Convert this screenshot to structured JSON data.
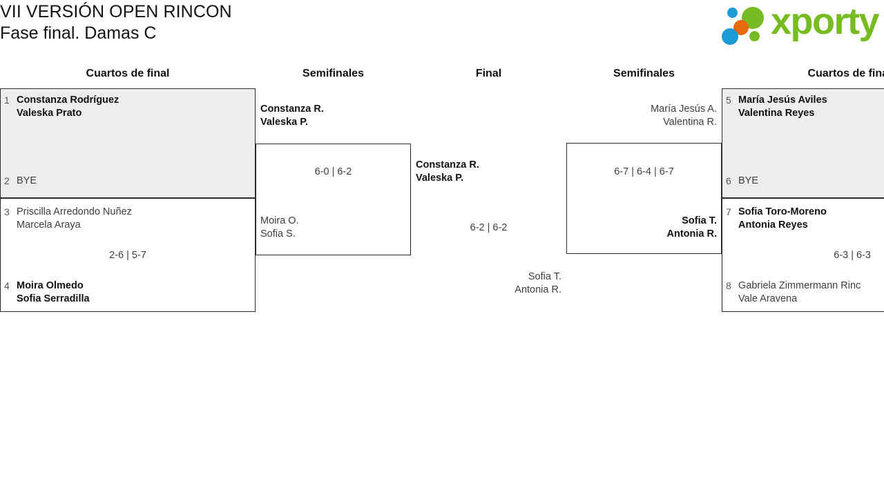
{
  "header": {
    "title_line1": "VII VERSIÓN OPEN RINCON",
    "title_line2": "Fase final. Damas C",
    "logo_text": "xporty",
    "logo_colors": {
      "green": "#76bc21",
      "orange": "#e8690b",
      "blue": "#1c9ad6"
    }
  },
  "round_headers": {
    "left_quarters": "Cuartos de final",
    "left_semis": "Semifinales",
    "final": "Final",
    "right_semis": "Semifinales",
    "right_quarters": "Cuartos de final"
  },
  "bracket": {
    "left_quarters": [
      {
        "shaded": true,
        "top_entry": {
          "seed": "1",
          "name1": "Constanza Rodríguez",
          "name2": "Valeska Prato",
          "winner": true
        },
        "bottom_entry": {
          "seed": "2",
          "name1": "BYE",
          "name2": "",
          "winner": false
        },
        "score": ""
      },
      {
        "shaded": false,
        "top_entry": {
          "seed": "3",
          "name1": "Priscilla Arredondo Nuñez",
          "name2": "Marcela Araya",
          "winner": false
        },
        "bottom_entry": {
          "seed": "4",
          "name1": "Moira Olmedo",
          "name2": "Sofia Serradilla",
          "winner": true
        },
        "score": "2-6 | 5-7"
      }
    ],
    "left_semis": [
      {
        "top_entry": {
          "name1": "Constanza R.",
          "name2": "Valeska P.",
          "winner": true
        },
        "bottom_entry": {
          "name1": "Moira O.",
          "name2": "Sofia S.",
          "winner": false
        },
        "score": "6-0 | 6-2"
      }
    ],
    "final": [
      {
        "top_entry": {
          "name1": "Constanza R.",
          "name2": "Valeska P.",
          "winner": true
        },
        "bottom_entry": {
          "name1": "Sofia T.",
          "name2": "Antonia R.",
          "winner": false
        },
        "score": "6-2 | 6-2"
      }
    ],
    "right_semis": [
      {
        "top_entry": {
          "name1": "María Jesús A.",
          "name2": "Valentina R.",
          "winner": false
        },
        "bottom_entry": {
          "name1": "Sofia T.",
          "name2": "Antonia R.",
          "winner": true
        },
        "score": "6-7 | 6-4 | 6-7"
      }
    ],
    "right_quarters": [
      {
        "shaded": true,
        "top_entry": {
          "seed": "5",
          "name1": "María Jesús Aviles",
          "name2": "Valentina Reyes",
          "winner": true
        },
        "bottom_entry": {
          "seed": "6",
          "name1": "BYE",
          "name2": "",
          "winner": false
        },
        "score": ""
      },
      {
        "shaded": false,
        "top_entry": {
          "seed": "7",
          "name1": "Sofia Toro-Moreno",
          "name2": "Antonia Reyes",
          "winner": true
        },
        "bottom_entry": {
          "seed": "8",
          "name1": "Gabriela Zimmermann Rinc",
          "name2": "Vale Aravena",
          "winner": false
        },
        "score": "6-3 | 6-3"
      }
    ]
  }
}
